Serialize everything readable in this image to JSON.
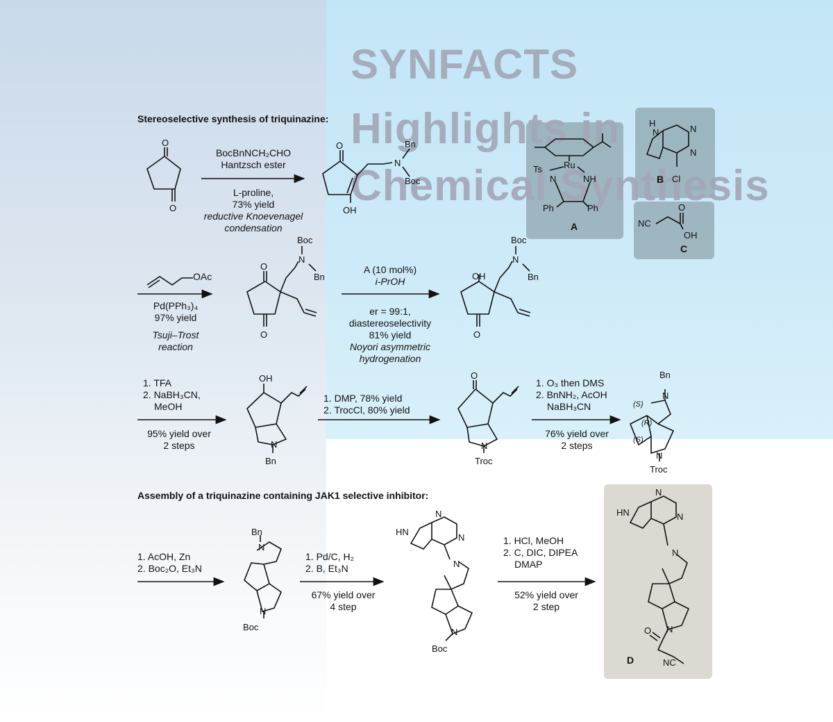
{
  "brand": {
    "line1": "SYNFACTS",
    "line2": "Highlights in",
    "line3": "Chemical Synthesis"
  },
  "sections": {
    "triquinazine_title": "Stereoselective synthesis of triquinazine:",
    "assembly_title": "Assembly of a triquinazine containing JAK1 selective inhibitor:"
  },
  "steps": {
    "s1": {
      "l1": "BocBnNCH₂CHO",
      "l2": "Hantzsch ester",
      "l3": "L-proline,",
      "l4": "73% yield",
      "l5": "reductive Knoevenagel",
      "l6": "condensation"
    },
    "s2": {
      "reagent": "OAc",
      "l1": "Pd(PPh₃)₄",
      "l2": "97% yield",
      "l3": "Tsuji–Trost",
      "l4": "reaction"
    },
    "s3": {
      "l1": "A (10 mol%)",
      "l2": "i-PrOH",
      "l3": "er = 99:1,",
      "l4": "diastereoselectivity",
      "l5": "81% yield",
      "l6": "Noyori asymmetric",
      "l7": "hydrogenation"
    },
    "s4": {
      "l1": "1. TFA",
      "l2": "2. NaBH₃CN,",
      "l3": "MeOH",
      "l4": "95% yield over",
      "l5": "2 steps"
    },
    "s5": {
      "l1": "1. DMP, 78% yield",
      "l2": "2. TrocCl, 80% yield"
    },
    "s6": {
      "l1": "1. O₃ then DMS",
      "l2": "2. BnNH₂, AcOH",
      "l3": "NaBH₃CN",
      "l4": "76% yield over",
      "l5": "2 steps"
    },
    "s7": {
      "l1": "1. AcOH, Zn",
      "l2": "2. Boc₂O, Et₃N"
    },
    "s8": {
      "l1": "1. Pd/C, H₂",
      "l2": "2. B, Et₃N",
      "l3": "67% yield over",
      "l4": "4 step"
    },
    "s9": {
      "l1": "1. HCl, MeOH",
      "l2": "2. C, DIC, DIPEA",
      "l3": "DMAP",
      "l4": "52% yield over",
      "l5": "2 step"
    }
  },
  "atoms": {
    "O": "O",
    "OH": "OH",
    "N": "N",
    "Bn": "Bn",
    "Boc": "Boc",
    "Troc": "Troc",
    "HN": "HN",
    "H": "H",
    "NH": "NH",
    "Ts": "Ts",
    "Ru": "Ru",
    "Ph": "Ph",
    "Cl": "Cl",
    "NC": "NC",
    "S": "(S)",
    "R": "(R)"
  },
  "labels": {
    "A": "A",
    "B": "B",
    "C": "C",
    "D": "D"
  },
  "colors": {
    "panel_gray": "#8fa1a6",
    "product_panel": "#dcd8d2",
    "brand_text": "#a3a7b8"
  }
}
